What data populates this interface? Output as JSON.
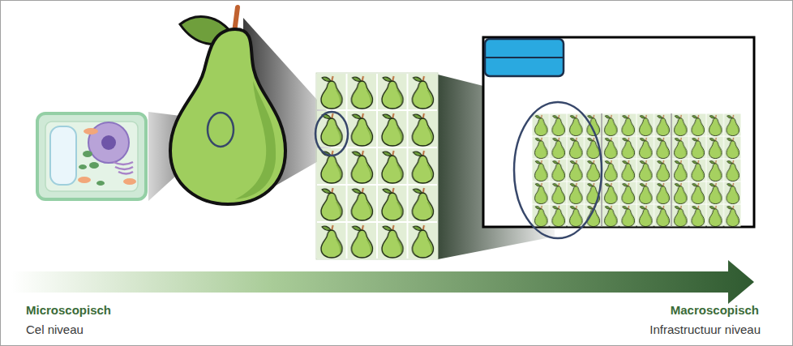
{
  "diagram": {
    "labels": [
      "Microscopisch",
      "Cel niveau",
      "Macroscopisch",
      "Infrastructuur niveau"
    ]
  }
}
